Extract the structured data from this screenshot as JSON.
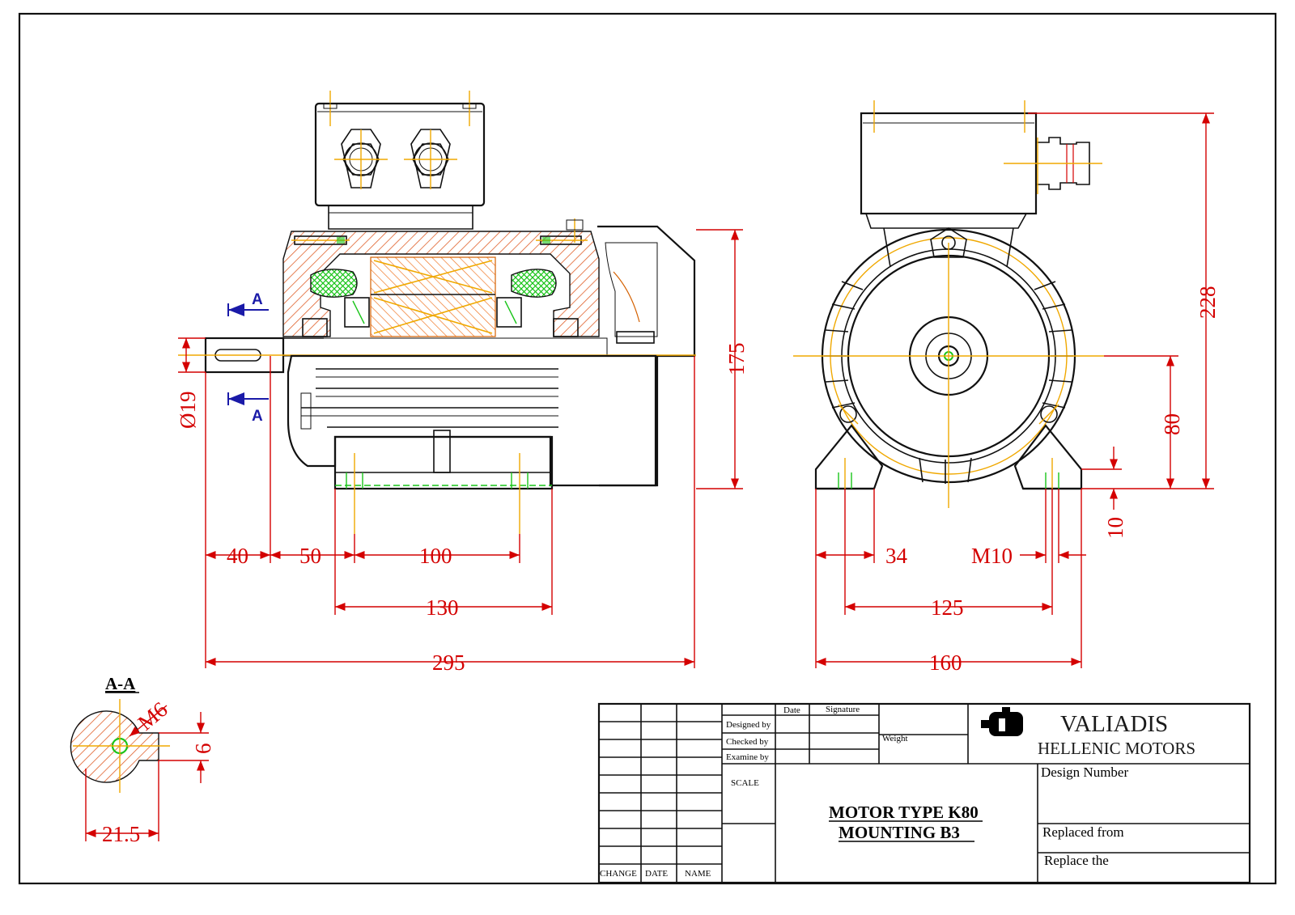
{
  "drawing": {
    "section_marker": "A",
    "section_title": "A-A",
    "dimensions": {
      "side_shaft_dia": "Ø19",
      "side_height": "175",
      "side_40": "40",
      "side_50": "50",
      "side_100": "100",
      "side_130": "130",
      "side_295": "295",
      "front_228": "228",
      "front_80": "80",
      "front_10": "10",
      "front_34": "34",
      "front_m10": "M10",
      "front_125": "125",
      "front_160": "160",
      "section_m6": "M6",
      "section_6": "6",
      "section_21_5": "21.5"
    }
  },
  "title_block": {
    "col_date": "Date",
    "col_signature": "Signature",
    "designed_by": "Designed by",
    "checked_by": "Checked by",
    "examine_by": "Examine by",
    "weight": "Weight",
    "scale": "SCALE",
    "change": "CHANGE",
    "date": "DATE",
    "name": "NAME",
    "title_line1": "MOTOR TYPE K80",
    "title_line2": "MOUNTING   B3",
    "company_name": "VALIADIS",
    "company_sub": "HELLENIC MOTORS",
    "design_number": "Design Number",
    "replaced_from": "Replaced from",
    "replace_the": "Replace the"
  },
  "colors": {
    "dimension": "#d40000",
    "centerline": "#f0a800",
    "section_marker": "#1a1aa8",
    "bearing_highlight": "#19c419"
  }
}
